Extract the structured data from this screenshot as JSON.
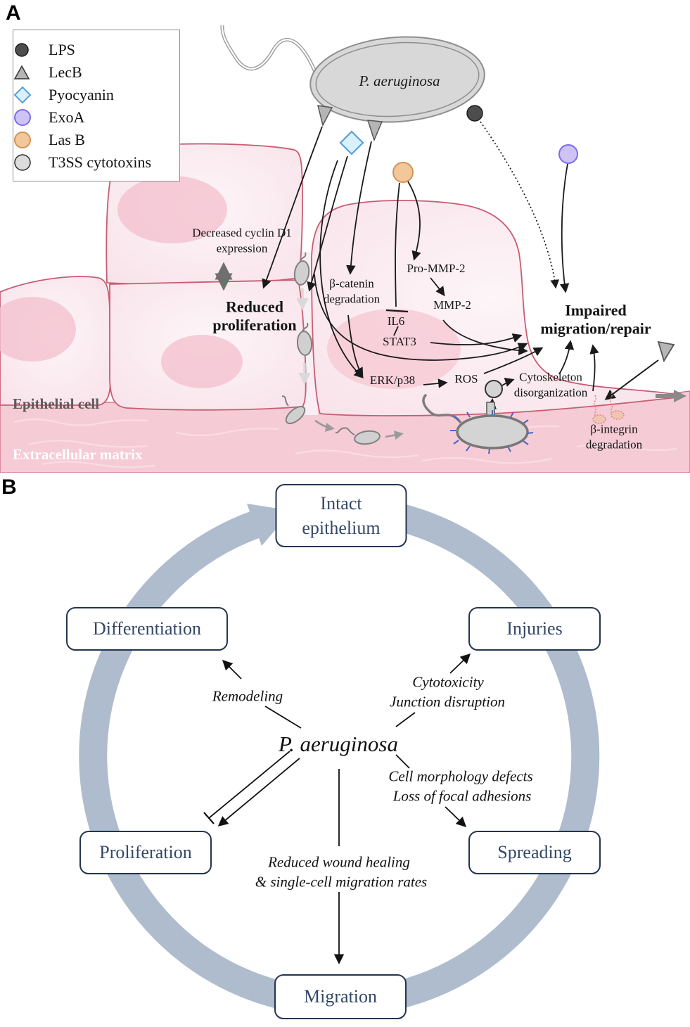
{
  "panel_a": {
    "label": "A",
    "legend": {
      "items": [
        {
          "icon": "lps-icon",
          "label": "LPS"
        },
        {
          "icon": "lecb-icon",
          "label": "LecB"
        },
        {
          "icon": "pyocyanin-icon",
          "label": "Pyocyanin"
        },
        {
          "icon": "exoa-icon",
          "label": "ExoA"
        },
        {
          "icon": "lasb-icon",
          "label": "Las B"
        },
        {
          "icon": "t3ss-icon",
          "label": "T3SS cytotoxins"
        }
      ]
    },
    "bacterium": "P. aeruginosa",
    "labels": {
      "decreased_cyclin": "Decreased cyclin D1 expression",
      "reduced_proliferation": "Reduced proliferation",
      "beta_catenin": "β-catenin degradation",
      "pro_mmp2": "Pro-MMP-2",
      "mmp2": "MMP-2",
      "il6": "IL6",
      "stat3": "STAT3",
      "erk_p38": "ERK/p38",
      "ros": "ROS",
      "impaired_migration": "Impaired migration/repair",
      "cytoskeleton": "Cytoskeleton disorganization",
      "beta_integrin": "β-integrin degradation",
      "epithelial_cell": "Epithelial cell",
      "extracellular_matrix": "Extracellular matrix"
    }
  },
  "panel_b": {
    "label": "B",
    "center_label": "P. aeruginosa",
    "nodes": {
      "intact": "Intact epithelium",
      "injuries": "Injuries",
      "spreading": "Spreading",
      "migration": "Migration",
      "proliferation": "Proliferation",
      "differentiation": "Differentiation"
    },
    "edge_labels": {
      "remodeling": "Remodeling",
      "cytotoxicity": "Cytotoxicity",
      "junction_disruption": "Junction disruption",
      "cell_morphology": "Cell morphology defects",
      "focal_adhesions": "Loss of focal adhesions",
      "wound_healing": "Reduced wound healing",
      "migration_rates": "& single-cell migration rates"
    }
  },
  "colors": {
    "ring": "#aebccd",
    "node_border": "#24344f",
    "node_text": "#344867",
    "cell_border": "#c95c72",
    "cell_fill": "#fcf0f5",
    "ecm_fill": "#f5cbd6",
    "bacteria_gray": "#d6d6d6",
    "lps": "#4d4d4d",
    "lecb": "#b5b5b5",
    "pyocyanin_fill": "#daf1fb",
    "pyocyanin_stroke": "#58a0d8",
    "exoa_fill": "#cfc3f5",
    "exoa_stroke": "#7b6cf0",
    "lasb_fill": "#f2c79a",
    "lasb_stroke": "#d29455",
    "t3ss_fill": "#dcdcdc"
  }
}
